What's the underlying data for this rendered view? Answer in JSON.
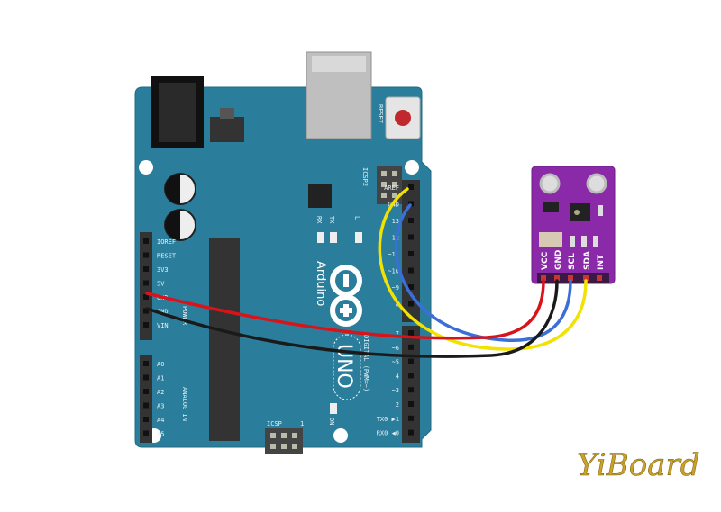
{
  "colors": {
    "board": "#2b7e9b",
    "sensor": "#8a2aa8",
    "red": "#d8141b",
    "black": "#1a1a1a",
    "blue": "#3a6fd8",
    "yellow": "#f2e200"
  },
  "arduino": {
    "brand": "Arduino",
    "model": "UNO",
    "reset_label": "RESET",
    "icsp2_label": "ICSP2",
    "icsp_label": "ICSP",
    "icsp_pin1": "1",
    "tx_label": "TX",
    "rx_label": "RX",
    "l_label": "L",
    "on_label": "ON",
    "power_label": "POWER",
    "analog_label": "ANALOG IN",
    "digital_label": "DIGITAL (PWM=~)",
    "power_pins": [
      "IOREF",
      "RESET",
      "3V3",
      "5V",
      "GND",
      "GND",
      "VIN"
    ],
    "analog_pins": [
      "A0",
      "A1",
      "A2",
      "A3",
      "A4",
      "A5"
    ],
    "digital_upper": [
      "AREF",
      "GND",
      "13",
      "12",
      "~11",
      "~10",
      "~9",
      "8"
    ],
    "digital_lower": [
      "7",
      "~6",
      "~5",
      "4",
      "~3",
      "2",
      "TX0 ▶1",
      "RX0 ◀0"
    ]
  },
  "sensor": {
    "pins": [
      "VCC",
      "GND",
      "SCL",
      "SDA",
      "INT"
    ]
  },
  "watermark": "YiBoard"
}
